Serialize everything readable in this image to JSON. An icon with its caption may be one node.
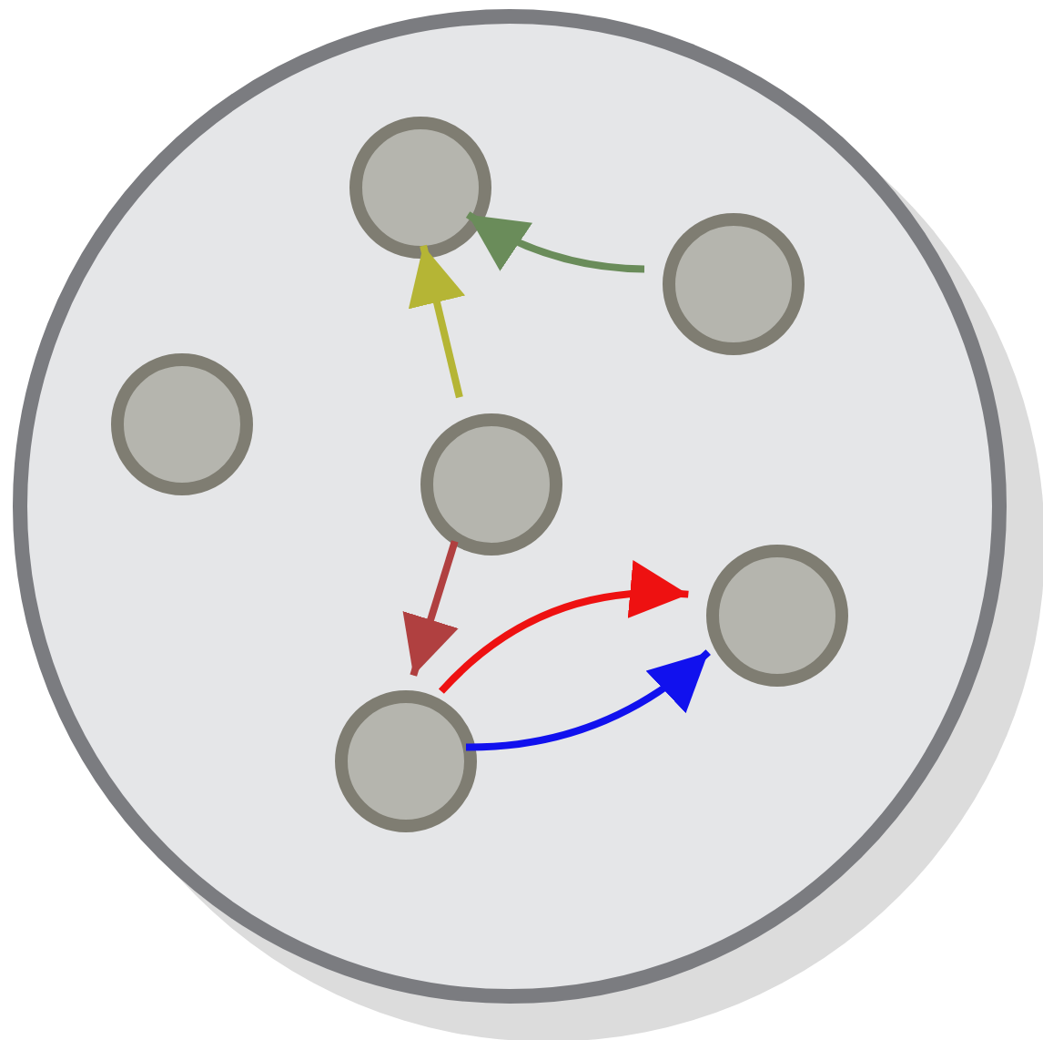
{
  "diagram": {
    "nodes": [
      {
        "text": [],
        "shape": "circle"
      },
      {
        "text": [],
        "shape": "circle",
        "in": 0
      },
      {
        "text": [],
        "shape": "circle",
        "in": 0
      },
      {
        "text": [],
        "shape": "circle",
        "in": 0
      },
      {
        "text": [],
        "shape": "circle",
        "in": 0
      },
      {
        "text": [],
        "shape": "circle",
        "in": 0
      },
      {
        "text": [],
        "shape": "circle",
        "in": 0
      }
    ],
    "edges": [
      {
        "from": 2,
        "to": 1,
        "arrow": "to",
        "color": "#6a8c5a"
      },
      {
        "from": 4,
        "to": 1,
        "arrow": "to",
        "color": "#b5b535"
      },
      {
        "from": 4,
        "to": 6,
        "arrow": "to",
        "color": "#b04040"
      },
      {
        "from": 6,
        "to": 5,
        "arrow": "to",
        "color": "#ee1111"
      },
      {
        "from": 6,
        "to": 5,
        "arrow": "to",
        "color": "#1111ee"
      }
    ]
  }
}
